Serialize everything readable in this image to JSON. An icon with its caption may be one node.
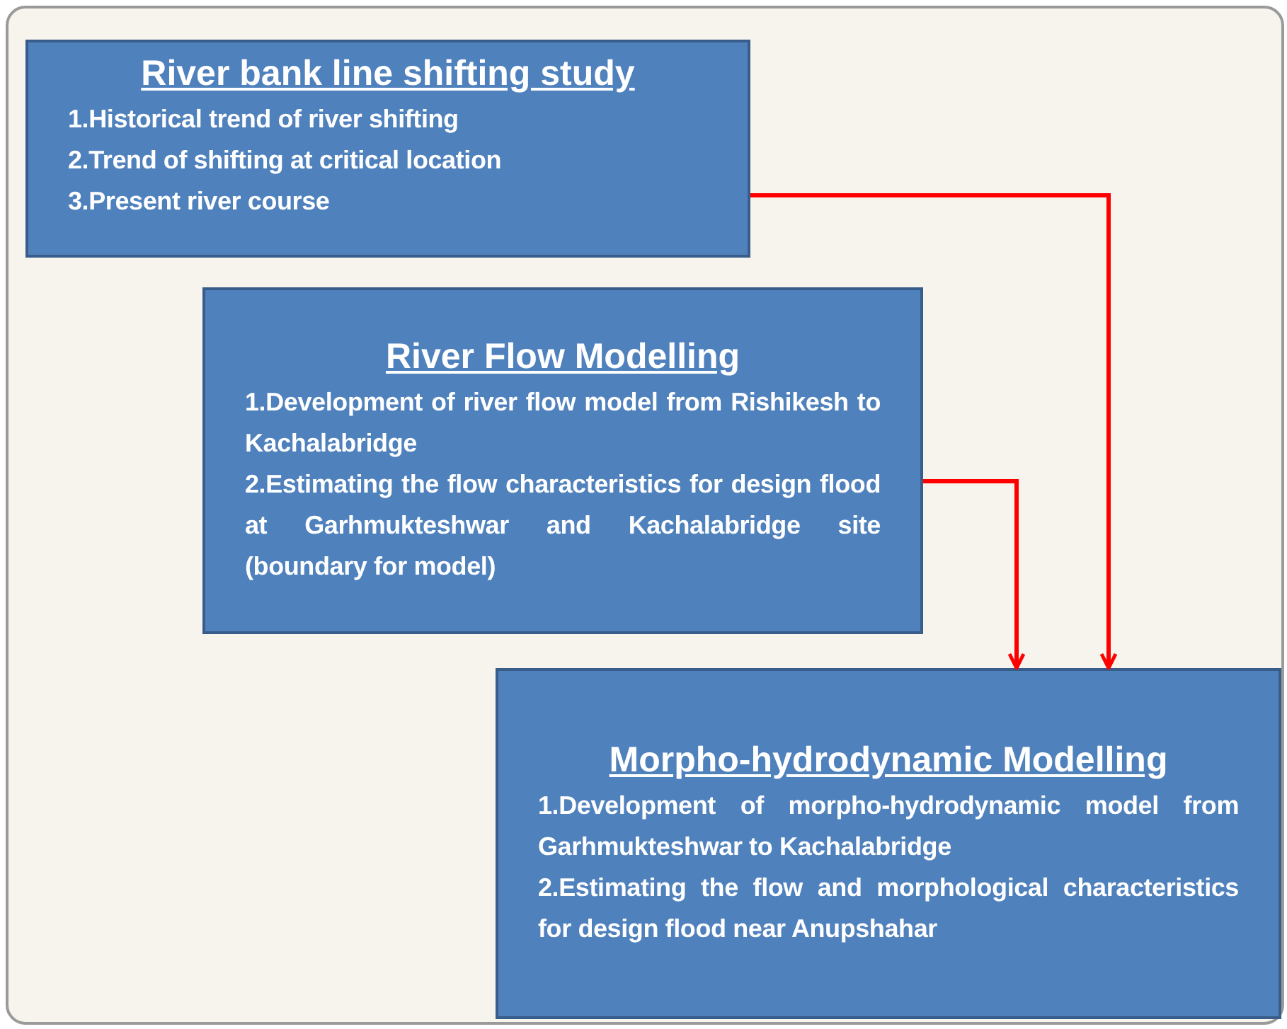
{
  "diagram": {
    "nodes": [
      {
        "text": [
          "River bank line shifting study",
          "1.Historical trend of river shifting",
          "2.Trend of shifting at critical location",
          "3.Present river course"
        ]
      },
      {
        "text": [
          "River Flow Modelling",
          "1.Development of river flow model from Rishikesh to Kachalabridge",
          "2.Estimating the flow characteristics for design flood at Garhmukteshwar and Kachalabridge site (boundary for model)"
        ]
      },
      {
        "text": [
          "Morpho-hydrodynamic Modelling",
          "1.Development of morpho-hydrodynamic model from Garhmukteshwar to Kachalabridge",
          "2.Estimating the flow and morphological characteristics for design flood near Anupshahar"
        ]
      }
    ],
    "edges": [
      {
        "from": 0,
        "to": 2,
        "arrow": "to",
        "color": "#ff0000"
      },
      {
        "from": 1,
        "to": 2,
        "arrow": "to",
        "color": "#ff0000"
      }
    ]
  }
}
